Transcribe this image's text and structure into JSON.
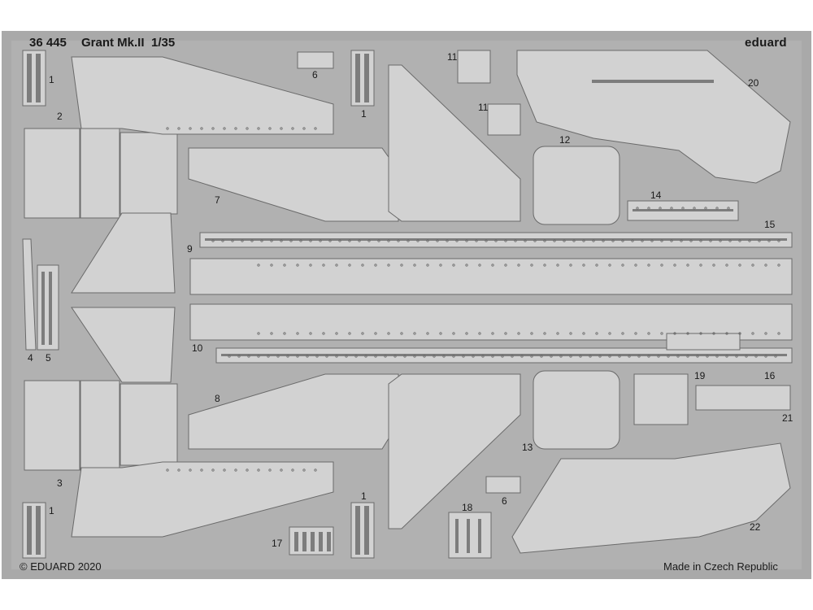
{
  "header": {
    "product_code": "36 445",
    "title": "Grant Mk.II",
    "scale": "1/35",
    "brand": "eduard"
  },
  "footer": {
    "copyright": "© EDUARD 2020",
    "origin": "Made in Czech Republic"
  },
  "part_numbers": {
    "p1a": "1",
    "p1b": "1",
    "p1c": "1",
    "p1d": "1",
    "p2": "2",
    "p3": "3",
    "p4": "4",
    "p5": "5",
    "p6a": "6",
    "p6b": "6",
    "p7": "7",
    "p8": "8",
    "p9": "9",
    "p10": "10",
    "p11a": "11",
    "p11b": "11",
    "p12": "12",
    "p13": "13",
    "p14": "14",
    "p15": "15",
    "p16": "16",
    "p17": "17",
    "p18": "18",
    "p19": "19",
    "p20": "20",
    "p21": "21",
    "p22": "22"
  },
  "colors": {
    "fret": "#a9a9a9",
    "part": "#d2d2d2",
    "outline": "#6a6a6a",
    "text": "#1a1a1a"
  }
}
